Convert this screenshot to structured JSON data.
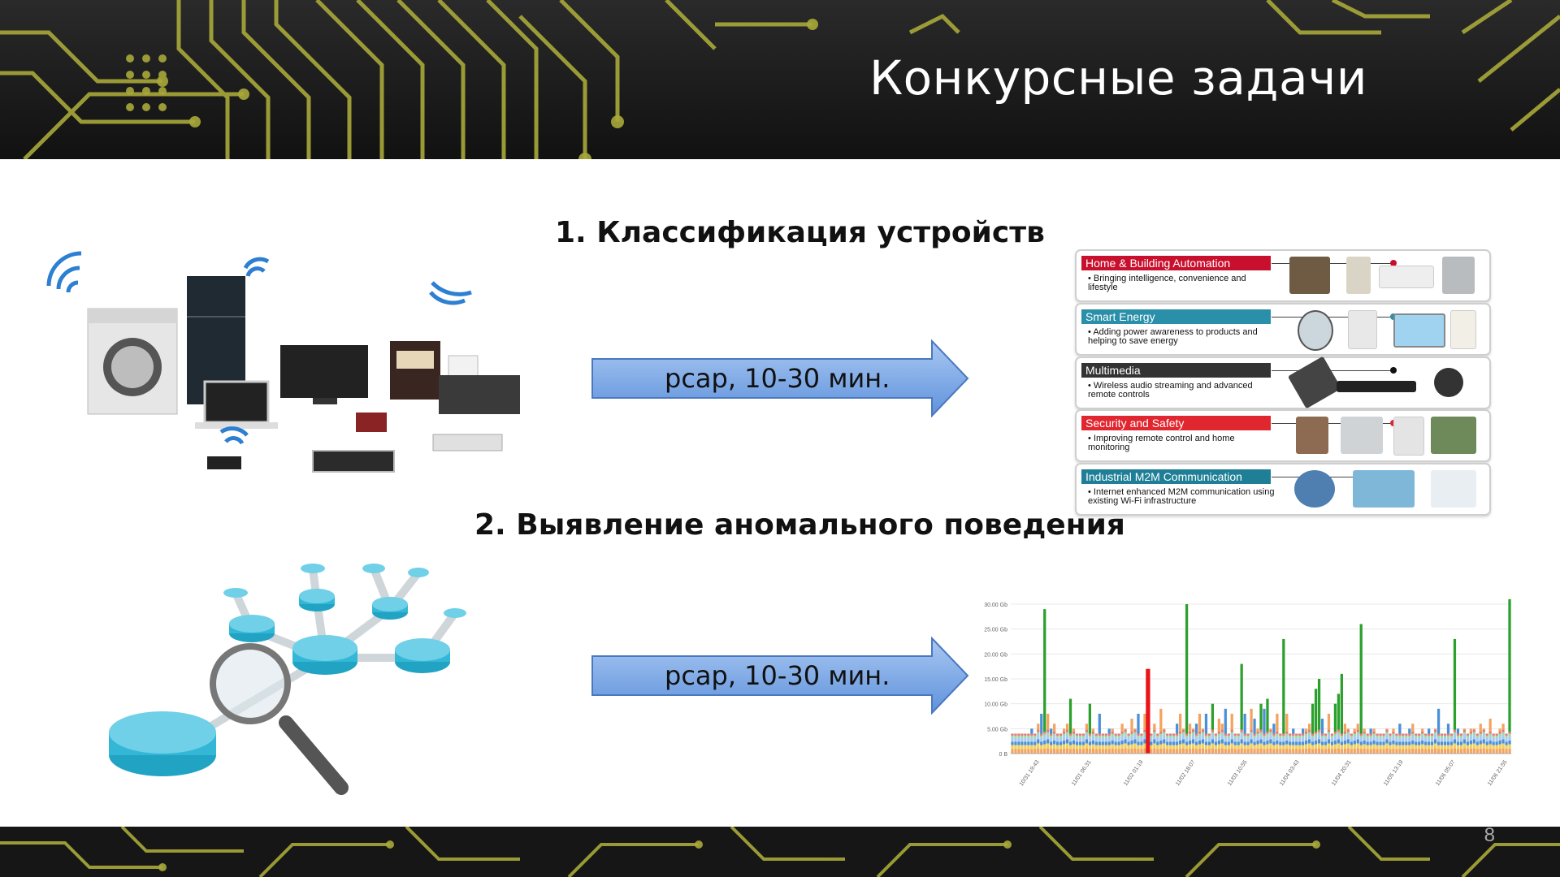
{
  "slide": {
    "title": "Конкурсные задачи",
    "number": "8"
  },
  "task1": {
    "heading": "1. Классификация устройств",
    "arrow_label": "pcap, 10-30 мин."
  },
  "task2": {
    "heading": "2. Выявление аномального поведения",
    "arrow_label": "pcap, 10-30 мин."
  },
  "categories": [
    {
      "label": "Home & Building Automation",
      "desc": "Bringing intelligence, convenience and lifestyle",
      "color": "#c8102e",
      "dot": "#c8102e"
    },
    {
      "label": "Smart Energy",
      "desc": "Adding power awareness to products and helping to save energy",
      "color": "#2a8fa8",
      "dot": "#2a8fa8"
    },
    {
      "label": "Multimedia",
      "desc": "Wireless audio streaming and advanced remote controls",
      "color": "#333333",
      "dot": "#111111"
    },
    {
      "label": "Security and Safety",
      "desc": "Improving remote control and home monitoring",
      "color": "#e0262f",
      "dot": "#e0262f"
    },
    {
      "label": "Industrial M2M Communication",
      "desc": "Internet enhanced M2M communication using existing Wi-Fi infrastructure",
      "color": "#1f7f96",
      "dot": "#1f7f96"
    }
  ],
  "chart_data": {
    "type": "bar",
    "stacked": true,
    "y_ticks": [
      "0 B",
      "5.00 Gb",
      "10.00 Gb",
      "15.00 Gb",
      "20.00 Gb",
      "25.00 Gb",
      "30.00 Gb"
    ],
    "ylim": [
      0,
      30
    ],
    "x_ticks": [
      "10/31 19:43",
      "11/01 06:31",
      "11/02 01:19",
      "11/02 18:07",
      "11/03 10:55",
      "11/04 03:43",
      "11/04 20:31",
      "11/05 13:19",
      "11/06 05:07",
      "11/06 21:55"
    ],
    "anomaly_color": "#e8141a",
    "series_colors": [
      "#2ca02c",
      "#f4a361",
      "#f0d060",
      "#4a90d9",
      "#a9c9ee",
      "#9fd8a0",
      "#e07b7b"
    ],
    "totals": [
      4,
      4,
      4,
      4,
      4,
      4,
      5,
      4,
      6,
      8,
      29,
      8,
      5,
      6,
      4,
      4,
      5,
      6,
      11,
      5,
      4,
      4,
      4,
      6,
      10,
      5,
      4,
      8,
      4,
      4,
      5,
      5,
      4,
      4,
      6,
      5,
      4,
      7,
      5,
      8,
      4,
      8,
      17,
      4,
      6,
      4,
      9,
      5,
      4,
      4,
      4,
      6,
      8,
      5,
      30,
      6,
      5,
      6,
      8,
      5,
      8,
      4,
      10,
      4,
      7,
      6,
      9,
      4,
      8,
      4,
      4,
      18,
      8,
      4,
      9,
      7,
      5,
      10,
      9,
      11,
      5,
      6,
      8,
      4,
      23,
      8,
      4,
      5,
      4,
      4,
      5,
      5,
      6,
      10,
      13,
      15,
      7,
      4,
      8,
      4,
      10,
      12,
      16,
      6,
      5,
      4,
      5,
      6,
      26,
      5,
      4,
      5,
      5,
      4,
      4,
      4,
      5,
      4,
      5,
      4,
      6,
      4,
      4,
      5,
      6,
      4,
      4,
      5,
      4,
      5,
      4,
      5,
      9,
      4,
      4,
      6,
      4,
      23,
      5,
      4,
      5,
      4,
      5,
      5,
      4,
      6,
      5,
      4,
      7,
      4,
      4,
      5,
      6,
      4,
      31
    ],
    "anomaly_index": 42
  }
}
